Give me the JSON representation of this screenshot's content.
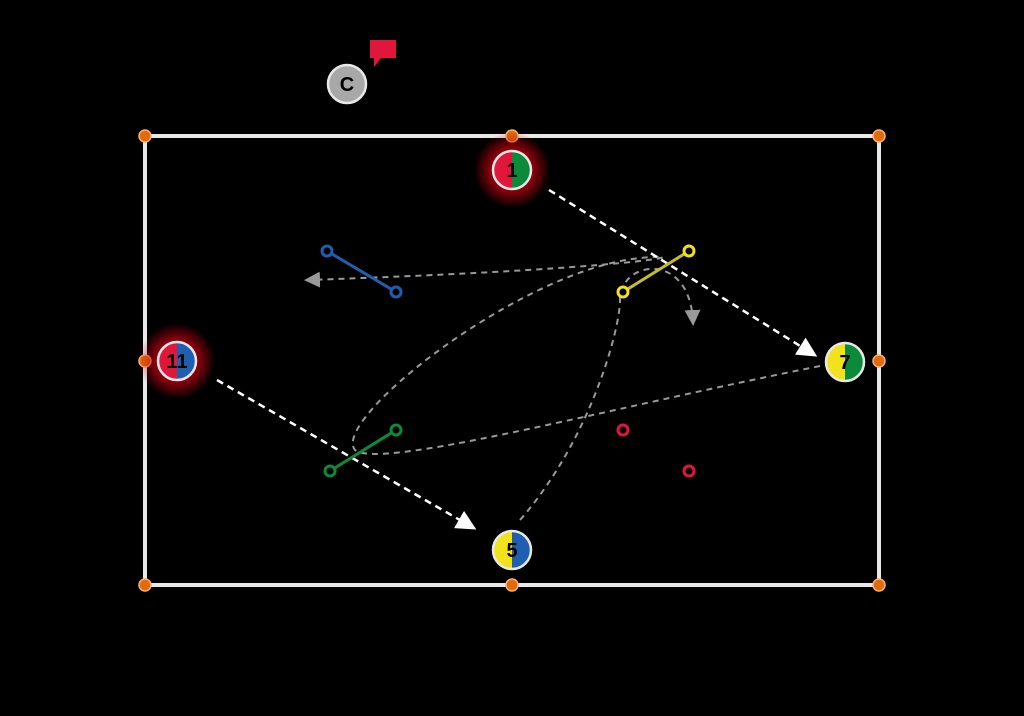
{
  "coach": {
    "label": "C",
    "color": "#a8a8a8"
  },
  "comment_color": "#e0173a",
  "players": [
    {
      "number": "1",
      "left": "#e0173a",
      "right": "#0b8a3a",
      "highlight": true
    },
    {
      "number": "11",
      "left": "#e0173a",
      "right": "#1f5fb0",
      "highlight": true
    },
    {
      "number": "7",
      "left": "#f2e21c",
      "right": "#0b8a3a",
      "highlight": false
    },
    {
      "number": "5",
      "left": "#f2e21c",
      "right": "#1f5fb0",
      "highlight": false
    }
  ],
  "colors": {
    "field": "#e8e8e8",
    "marker": "#e06a0c",
    "blue": "#1f5fb0",
    "yellow": "#f2e21c",
    "green": "#0b8a3a",
    "red": "#e0173a"
  }
}
